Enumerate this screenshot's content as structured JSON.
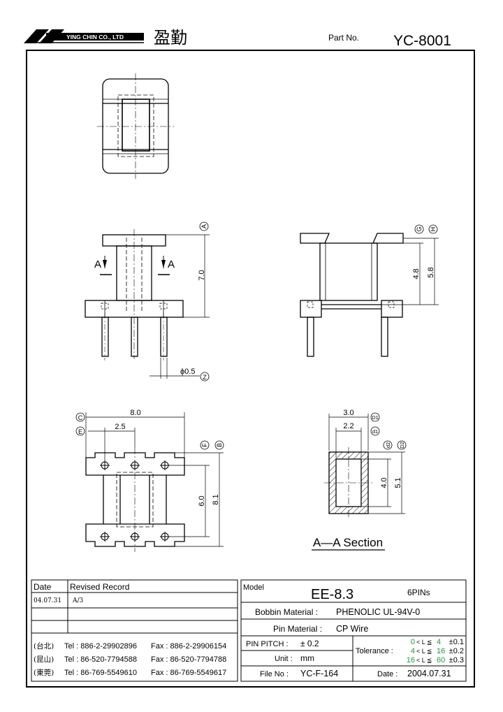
{
  "header": {
    "company_en": "YING CHIN CO., LTD",
    "company_cn": "盈勤",
    "part_no_label": "Part No.",
    "part_no_value": "YC-8001"
  },
  "dims": {
    "A": "A",
    "B": "B",
    "C": "C",
    "D1": "D1",
    "d1": "d1",
    "d2": "d2",
    "D2": "D2",
    "E": "E",
    "F": "F",
    "G": "G",
    "H": "H",
    "Z": "Z",
    "h70": "7.0",
    "h48": "4.8",
    "h58": "5.8",
    "pin_dia": "ϕ0.5",
    "w80": "8.0",
    "w25": "2.5",
    "h60": "6.0",
    "h81": "8.1",
    "w30": "3.0",
    "w22": "2.2",
    "h40": "4.0",
    "h51": "5.1",
    "section_marker": "A",
    "section_title": "A—A Section"
  },
  "record": {
    "col_date": "Date",
    "col_revised": "Revised Record",
    "rows": [
      {
        "date": "04.07.31",
        "record": "A/3"
      },
      {
        "date": "",
        "record": ""
      },
      {
        "date": "",
        "record": ""
      }
    ],
    "contacts": [
      {
        "city": "(台北)",
        "tel": "Tel : 886-2-29902896",
        "fax": "Fax : 886-2-29906154"
      },
      {
        "city": "(昆山)",
        "tel": "Tel : 86-520-7794588",
        "fax": "Fax : 86-520-7794788"
      },
      {
        "city": "(東莞)",
        "tel": "Tel : 86-769-5549610",
        "fax": "Fax : 86-769-5549617"
      }
    ]
  },
  "spec": {
    "model_label": "Model",
    "model_value": "EE-8.3",
    "pins": "6PINs",
    "bobbin_label": "Bobbin  Material :",
    "bobbin_value": "PHENOLIC UL-94V-0",
    "pin_label": "Pin  Material :",
    "pin_value": "CP  Wire",
    "pitch_label": "PIN  PITCH :",
    "pitch_value": "± 0.2",
    "unit_label": "Unit :",
    "unit_value": "mm",
    "tolerance_label": "Tolerance :",
    "tol": [
      {
        "lo": "0",
        "mid": "< L ≦",
        "hi": "4",
        "pm": "±0.1"
      },
      {
        "lo": "4",
        "mid": "< L ≦",
        "hi": "16",
        "pm": "±0.2"
      },
      {
        "lo": "16",
        "mid": "< L ≦",
        "hi": "60",
        "pm": "±0.3"
      }
    ],
    "file_label": "File  No :",
    "file_value": "YC-F-164",
    "date_label": "Date :",
    "date_value": "2004.07.31"
  }
}
